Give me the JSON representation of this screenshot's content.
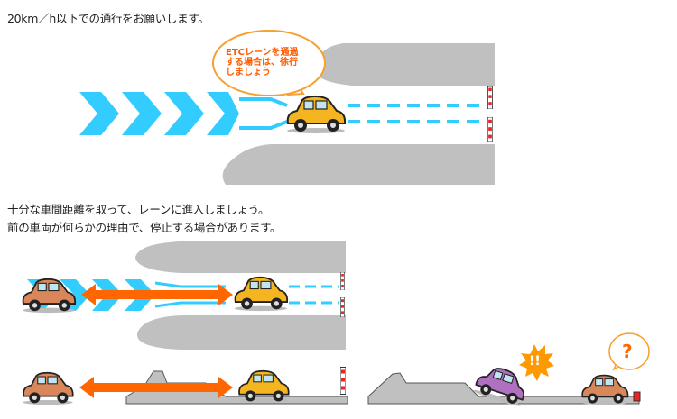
{
  "notice_speed": "20km／h以下での通行をお願いします。",
  "bubble_etc": [
    "ETCレーンを通過",
    "する場合は、徐行",
    "しましょう"
  ],
  "notice_distance": [
    "十分な車間距離を取って、レーンに進入しましょう。",
    "前の車両が何らかの理由で、停止する場合があります。"
  ],
  "exclaim": "!!",
  "question": "?",
  "colors": {
    "chevron": "#33ccff",
    "island": "#c0c0c0",
    "arrow": "#ff6600",
    "bubble": "#f7a030",
    "car_yellow": "#f5b520",
    "car_brown": "#d9865a",
    "car_purple": "#b070c0"
  }
}
